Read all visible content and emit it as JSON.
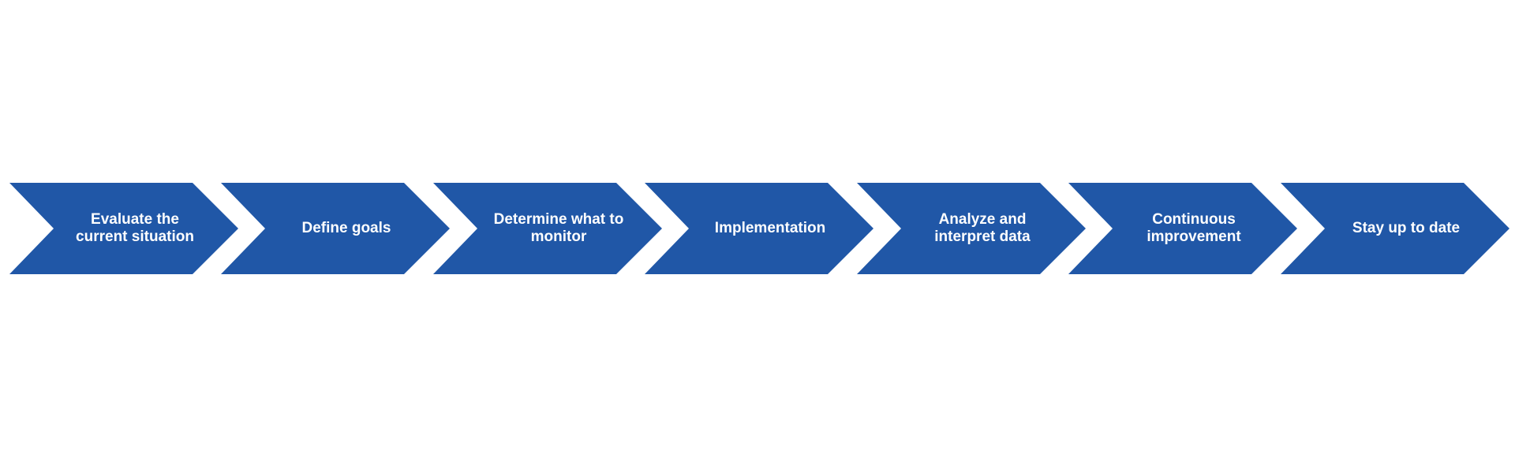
{
  "diagram": {
    "fill_color": "#2057A7",
    "text_color": "#FFFFFF",
    "steps": [
      {
        "label": "Evaluate the current situation"
      },
      {
        "label": "Define goals"
      },
      {
        "label": "Determine what to monitor"
      },
      {
        "label": "Implementation"
      },
      {
        "label": "Analyze and interpret data"
      },
      {
        "label": "Continuous improvement"
      },
      {
        "label": "Stay up to date"
      }
    ]
  }
}
